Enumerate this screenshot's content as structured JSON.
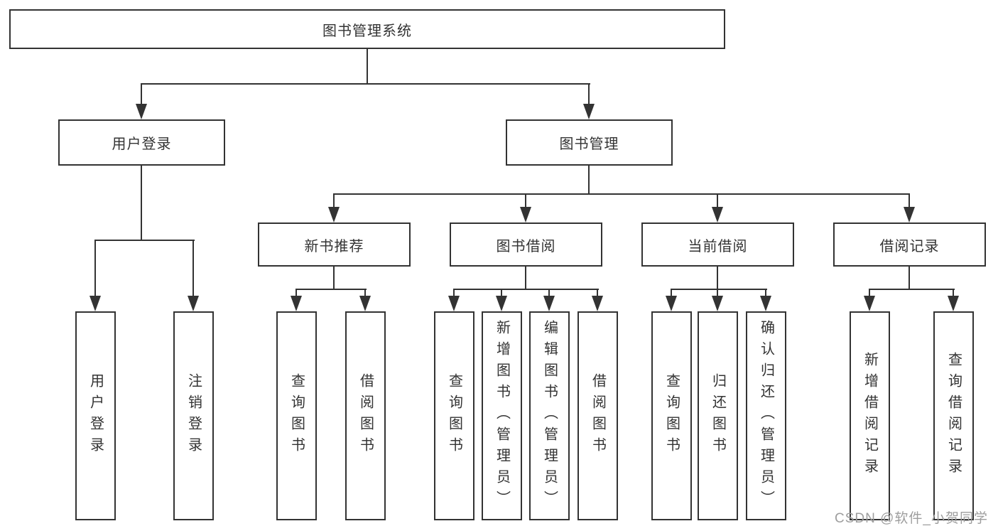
{
  "nodes": {
    "root": {
      "label": "图书管理系统"
    },
    "login": {
      "label": "用户登录"
    },
    "mgmt": {
      "label": "图书管理"
    },
    "newbook": {
      "label": "新书推荐"
    },
    "borrow": {
      "label": "图书借阅"
    },
    "current": {
      "label": "当前借阅"
    },
    "records": {
      "label": "借阅记录"
    }
  },
  "leaves": {
    "login": [
      "用户登录",
      "注销登录"
    ],
    "newbook": [
      "查询图书",
      "借阅图书"
    ],
    "borrow": [
      "查询图书",
      "新增图书（管理员）",
      "编辑图书（管理员）",
      "借阅图书"
    ],
    "current": [
      "查询图书",
      "归还图书",
      "确认归还（管理员）"
    ],
    "records": [
      "新增借阅记录",
      "查询借阅记录"
    ]
  },
  "watermark": {
    "text": "CSDN @软件_小贺同学"
  },
  "colors": {
    "line": "#333333",
    "text": "#333333",
    "watermark": "#9e9e9e",
    "background": "#ffffff"
  }
}
